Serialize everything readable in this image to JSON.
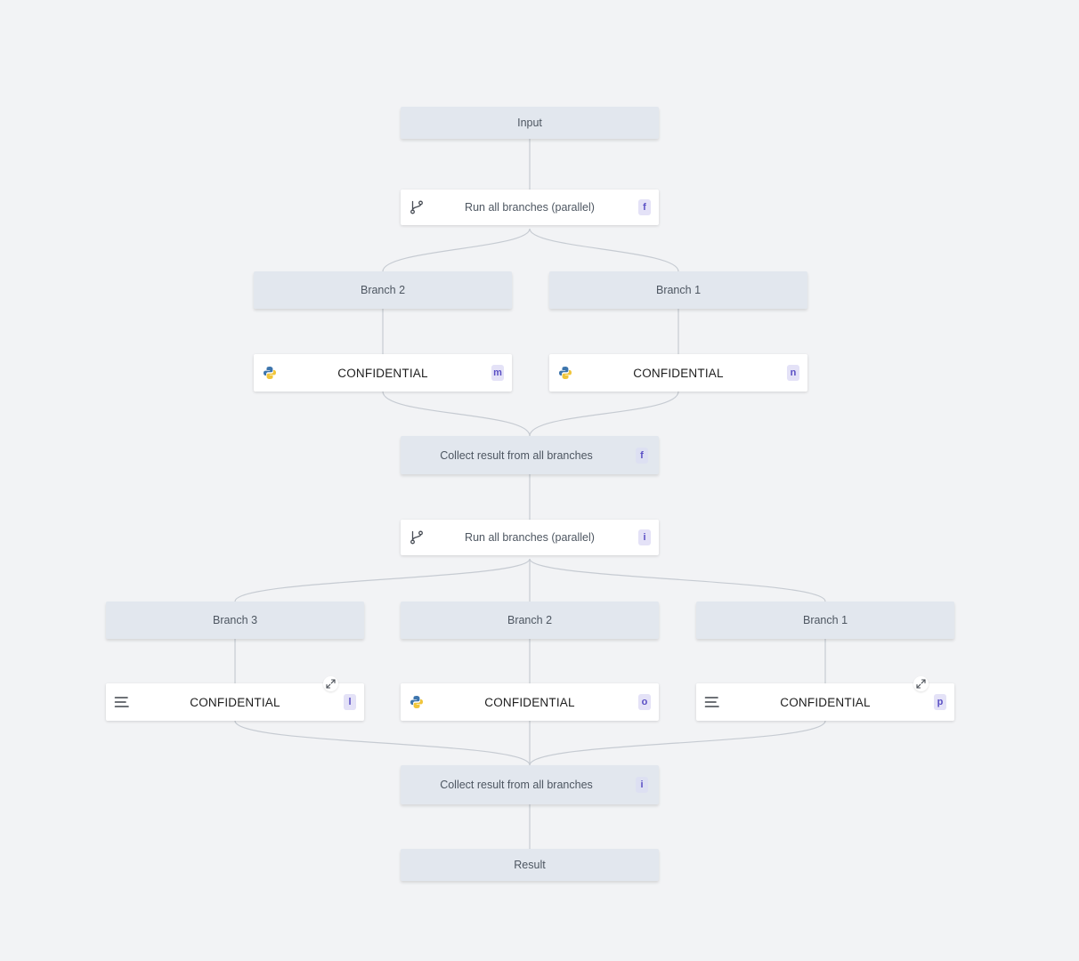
{
  "diagram": {
    "input": {
      "label": "Input"
    },
    "parallel_1": {
      "label": "Run all branches (parallel)",
      "badge": "f",
      "icon": "git-fork-icon"
    },
    "branch_a2": {
      "label": "Branch 2"
    },
    "branch_a1": {
      "label": "Branch 1"
    },
    "step_m": {
      "label": "CONFIDENTIAL",
      "badge": "m",
      "icon": "python-icon"
    },
    "step_n": {
      "label": "CONFIDENTIAL",
      "badge": "n",
      "icon": "python-icon"
    },
    "collect_1": {
      "label": "Collect result from all branches",
      "badge": "f"
    },
    "parallel_2": {
      "label": "Run all branches (parallel)",
      "badge": "i",
      "icon": "git-fork-icon"
    },
    "branch_b3": {
      "label": "Branch 3"
    },
    "branch_b2": {
      "label": "Branch 2"
    },
    "branch_b1": {
      "label": "Branch 1"
    },
    "step_l": {
      "label": "CONFIDENTIAL",
      "badge": "l",
      "icon": "menu-lines-icon"
    },
    "step_o": {
      "label": "CONFIDENTIAL",
      "badge": "o",
      "icon": "python-icon"
    },
    "step_p": {
      "label": "CONFIDENTIAL",
      "badge": "p",
      "icon": "menu-lines-icon"
    },
    "collect_2": {
      "label": "Collect result from all branches",
      "badge": "i"
    },
    "result": {
      "label": "Result"
    }
  },
  "colors": {
    "background": "#f2f3f5",
    "gray_node": "#e2e7ee",
    "white_node": "#ffffff",
    "edge": "#c6cbd2",
    "badge_bg": "#e4e2f7",
    "badge_text": "#5a4fc4"
  }
}
